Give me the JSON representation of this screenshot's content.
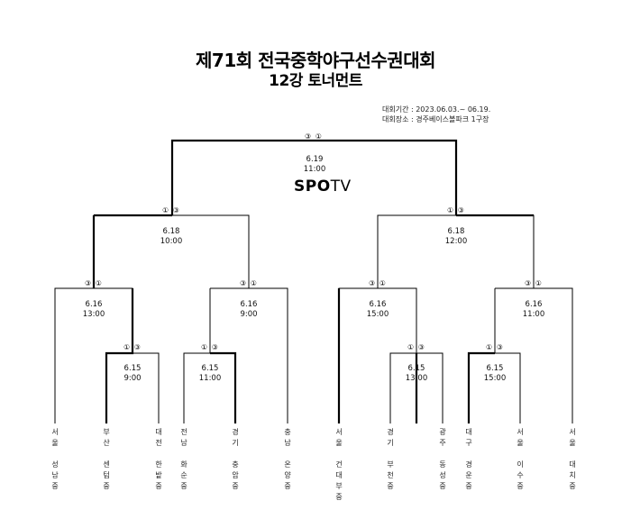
{
  "title_line1": "제71회 전국중학야구선수권대회",
  "title_line2": "12강 토너먼트",
  "info_period": "대회기간 : 2023.06.03.~ 06.19.",
  "info_venue": "대회장소 : 경주베이스볼파크 1구장",
  "logo": {
    "main": "SPO",
    "tv": "TV"
  },
  "final": {
    "tag": "③ ①",
    "date": "6.19",
    "time": "11:00"
  },
  "semis": [
    {
      "tag": "① ③",
      "date": "6.18",
      "time": "10:00"
    },
    {
      "tag": "① ③",
      "date": "6.18",
      "time": "12:00"
    }
  ],
  "quarters": [
    {
      "tag": "③ ①",
      "date": "6.16",
      "time": "13:00"
    },
    {
      "tag": "③ ①",
      "date": "6.16",
      "time": "9:00"
    },
    {
      "tag": "③ ①",
      "date": "6.16",
      "time": "15:00"
    },
    {
      "tag": "③ ①",
      "date": "6.16",
      "time": "11:00"
    }
  ],
  "round1": [
    {
      "tag": "① ③",
      "date": "6.15",
      "time": "9:00"
    },
    {
      "tag": "① ③",
      "date": "6.15",
      "time": "11:00"
    },
    {
      "tag": "① ③",
      "date": "6.15",
      "time": "13:00"
    },
    {
      "tag": "① ③",
      "date": "6.15",
      "time": "15:00"
    }
  ],
  "teams": [
    {
      "region": "서울",
      "name": "성남중"
    },
    {
      "region": "부산",
      "name": "센텀중"
    },
    {
      "region": "대전",
      "name": "한밭중"
    },
    {
      "region": "전남",
      "name": "화순중"
    },
    {
      "region": "경기",
      "name": "충암중"
    },
    {
      "region": "충남",
      "name": "온양중"
    },
    {
      "region": "서울",
      "name": "건대부중"
    },
    {
      "region": "경기",
      "name": "부천중"
    },
    {
      "region": "광주",
      "name": "동성중"
    },
    {
      "region": "대구",
      "name": "경운중"
    },
    {
      "region": "서울",
      "name": "이수중"
    },
    {
      "region": "서울",
      "name": "대치중"
    }
  ]
}
